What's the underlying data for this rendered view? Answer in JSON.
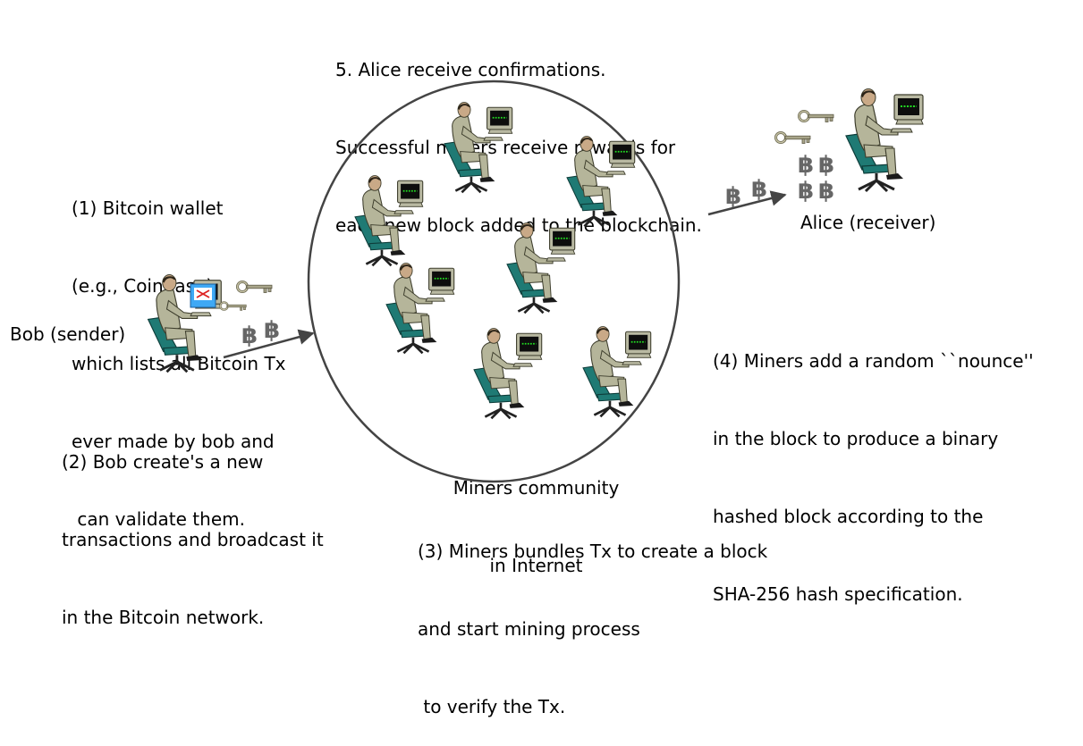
{
  "step5": {
    "lines": [
      "5. Alice receive confirmations.",
      "Successful miners receive rewards for",
      "each new block added to the blockchain."
    ]
  },
  "step1": {
    "lines": [
      "(1) Bitcoin wallet",
      "(e.g., Coinbase)",
      "which lists all Bitcoin Tx",
      "ever made by bob and",
      " can validate them."
    ]
  },
  "bob_label": "Bob (sender)",
  "alice_label": "Alice (receiver)",
  "step2": {
    "lines": [
      "(2) Bob create's a new",
      "transactions and broadcast it",
      "in the Bitcoin network."
    ]
  },
  "community_label": {
    "lines": [
      "Miners community",
      "in Internet"
    ]
  },
  "step3": {
    "lines": [
      "(3) Miners bundles Tx to create a block",
      "and start mining process",
      " to verify the Tx."
    ]
  },
  "step4": {
    "lines": [
      "(4) Miners add a random ``nounce''",
      "in the block to produce a binary",
      "hashed block according to the",
      "SHA-256 hash specification."
    ]
  },
  "coin_symbol": "฿",
  "colors": {
    "suit": "#b5b59a",
    "chair": "#1f7a74",
    "monitor": "#b9b9a2",
    "screen": "#0d0d0d",
    "screen_text": "#22dd22",
    "key": "#a8a58a",
    "coin": "#666666",
    "arrow": "#444444",
    "circle": "#444444"
  }
}
